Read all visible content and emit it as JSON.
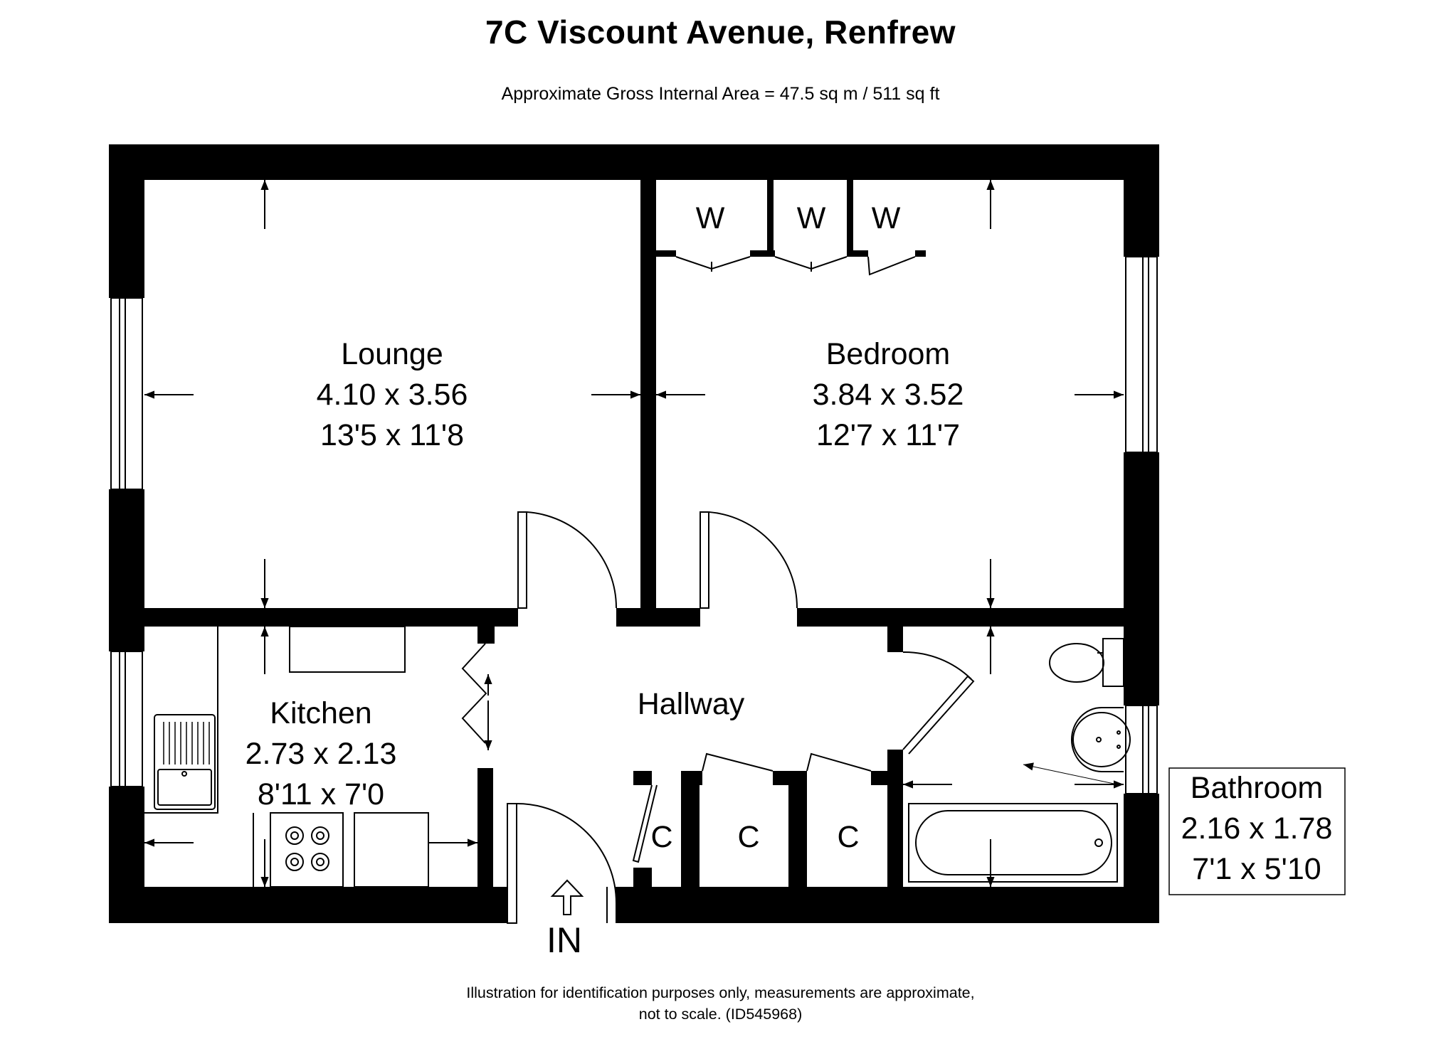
{
  "title": "7C Viscount Avenue, Renfrew",
  "subtitle": "Approximate Gross Internal Area = 47.5 sq m / 511 sq ft",
  "rooms": {
    "lounge": {
      "name": "Lounge",
      "metric": "4.10 x 3.56",
      "imperial": "13'5 x 11'8"
    },
    "bedroom": {
      "name": "Bedroom",
      "metric": "3.84 x 3.52",
      "imperial": "12'7 x 11'7"
    },
    "kitchen": {
      "name": "Kitchen",
      "metric": "2.73 x 2.13",
      "imperial": "8'11 x 7'0"
    },
    "hallway": {
      "name": "Hallway"
    },
    "bathroom": {
      "name": "Bathroom",
      "metric": "2.16 x 1.78",
      "imperial": "7'1 x 5'10"
    }
  },
  "wardrobe_label": "W",
  "cupboard_label": "C",
  "entrance_label": "IN",
  "footer": {
    "line1": "Illustration for identification purposes only, measurements are approximate,",
    "line2": "not to scale. (ID545968)"
  }
}
